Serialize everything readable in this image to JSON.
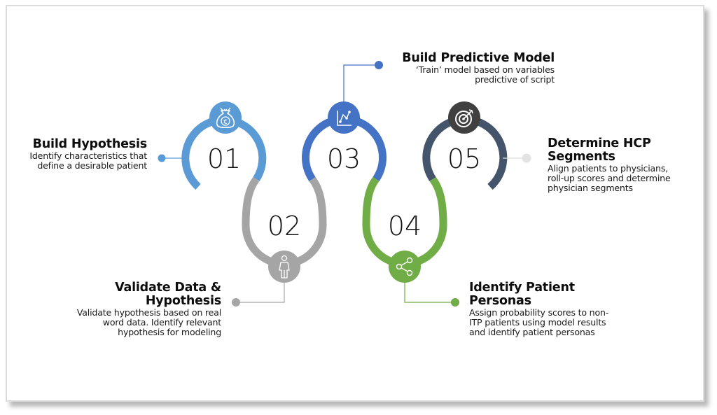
{
  "colors": {
    "step1": "#5b9bd5",
    "step2": "#a5a5a5",
    "step3": "#4472c4",
    "step4": "#70ad47",
    "step5": "#44546a",
    "step5_dot": "#e3e3e3",
    "icon5_bg": "#404040"
  },
  "steps": [
    {
      "number": "01",
      "icon": "money-bag-euro-icon",
      "title": "Build Hypothesis",
      "description_lines": [
        "Identify characteristics that",
        "define a desirable patient"
      ]
    },
    {
      "number": "02",
      "icon": "person-icon",
      "title_lines": [
        "Validate Data &",
        "Hypothesis"
      ],
      "description_lines": [
        "Validate hypothesis based on real",
        "word data. Identify relevant",
        "hypothesis for modeling"
      ]
    },
    {
      "number": "03",
      "icon": "line-chart-icon",
      "title": "Build Predictive Model",
      "description_lines": [
        "‘Train’ model based on variables",
        "predictive of script"
      ]
    },
    {
      "number": "04",
      "icon": "share-network-icon",
      "title_lines": [
        "Identify Patient",
        "Personas"
      ],
      "description_lines": [
        "Assign probability scores to non-",
        "ITP patients using model results",
        "and identify patient personas"
      ]
    },
    {
      "number": "05",
      "icon": "target-icon",
      "title_lines": [
        "Determine HCP",
        "Segments"
      ],
      "description_lines": [
        "Align patients to physicians,",
        "roll-up scores and determine",
        "physician segments"
      ]
    }
  ]
}
